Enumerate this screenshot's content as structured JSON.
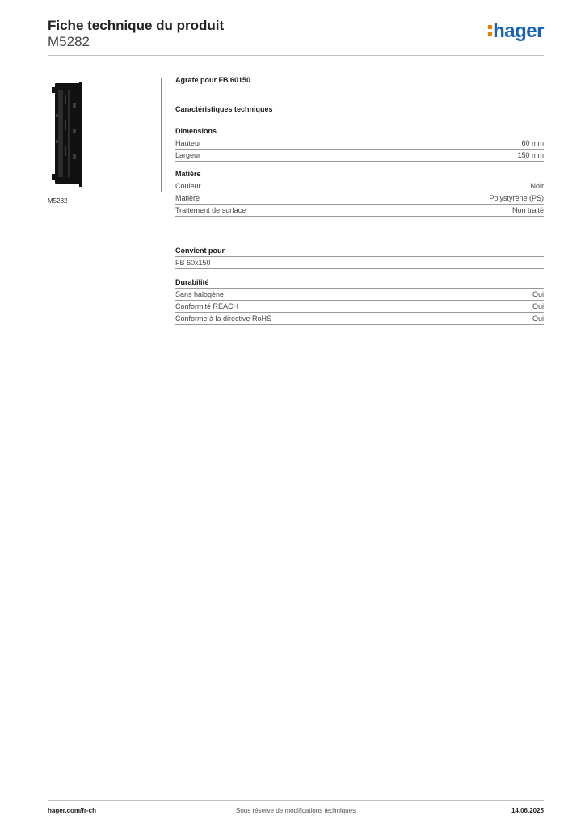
{
  "header": {
    "title": "Fiche technique du produit",
    "reference": "M5282",
    "logo_text": "hager",
    "logo_colors": {
      "text": "#1a63b4",
      "accent": "#f07d00"
    }
  },
  "product": {
    "image_caption": "M5282",
    "name": "Agrafe pour FB 60150",
    "characteristics_title": "Caractéristiques techniques",
    "product_color": "#111111"
  },
  "sections": {
    "dimensions": {
      "title": "Dimensions",
      "rows": [
        {
          "label": "Hauteur",
          "value": "60 mm"
        },
        {
          "label": "Largeur",
          "value": "150 mm"
        }
      ]
    },
    "material": {
      "title": "Matière",
      "rows": [
        {
          "label": "Couleur",
          "value": "Noir"
        },
        {
          "label": "Matière",
          "value": "Polystyrène (PS)"
        },
        {
          "label": "Traitement de surface",
          "value": "Non traité"
        }
      ]
    },
    "fits": {
      "title": "Convient pour",
      "rows": [
        {
          "label": "FB 60x150",
          "value": ""
        }
      ]
    },
    "durability": {
      "title": "Durabilité",
      "rows": [
        {
          "label": "Sans halogène",
          "value": "Oui"
        },
        {
          "label": "Conformité REACH",
          "value": "Oui"
        },
        {
          "label": "Conforme à la directive RoHS",
          "value": "Oui"
        }
      ]
    }
  },
  "footer": {
    "website": "hager.com/fr-ch",
    "notice": "Sous réserve de modifications techniques",
    "date": "14.06.2025"
  }
}
